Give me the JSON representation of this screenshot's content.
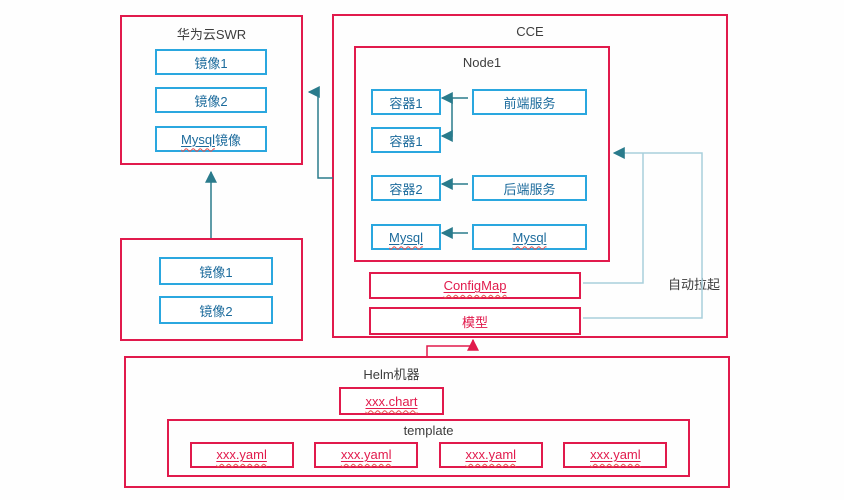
{
  "colors": {
    "red": "#e11a4c",
    "blue": "#2aa7df",
    "bluetext": "#1c6b9c",
    "teal": "#2a7b8c",
    "pale": "#a8cfdc",
    "dark": "#3d3d3d",
    "wavy": "#e8524f"
  },
  "swr": {
    "title": "华为云SWR",
    "image1": "镜像1",
    "image2": "镜像2",
    "mysql_image_en": "Mysql",
    "mysql_image_cn": "镜像"
  },
  "local_registry": {
    "image1": "镜像1",
    "image2": "镜像2"
  },
  "cce": {
    "title": "CCE",
    "node": {
      "title": "Node1",
      "containers": [
        "容器1",
        "容器1",
        "容器2",
        "Mysql"
      ],
      "services": [
        "前端服务",
        "后端服务",
        "Mysql"
      ]
    },
    "configmap": "ConfigMap",
    "model": "模型",
    "auto_pull": "自动拉起"
  },
  "helm": {
    "title": "Helm机器",
    "chart": "xxx.chart",
    "template_title": "template",
    "yamls": [
      "xxx.yaml",
      "xxx.yaml",
      "xxx.yaml",
      "xxx.yaml"
    ]
  }
}
